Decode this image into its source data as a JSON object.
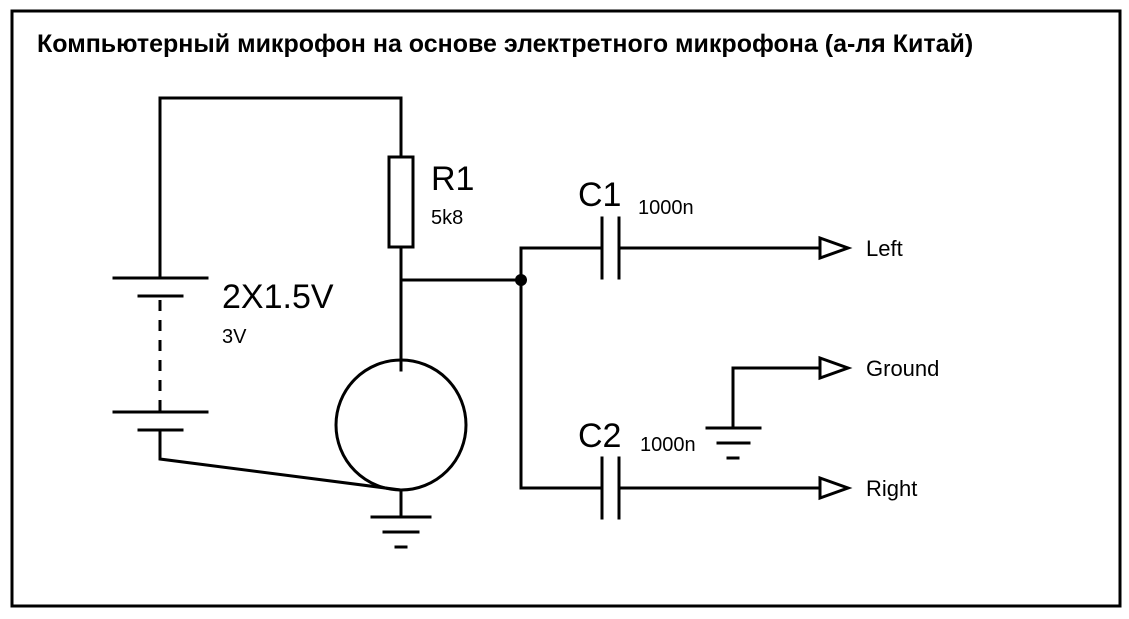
{
  "title": "Компьютерный микрофон на основе электретного микрофона (а-ля Китай)",
  "components": {
    "battery": {
      "ref": "2X1.5V",
      "value": "3V"
    },
    "r1": {
      "ref": "R1",
      "value": "5k8"
    },
    "c1": {
      "ref": "C1",
      "value": "1000n"
    },
    "c2": {
      "ref": "C2",
      "value": "1000n"
    }
  },
  "ports": {
    "left": "Left",
    "ground": "Ground",
    "right": "Right"
  }
}
